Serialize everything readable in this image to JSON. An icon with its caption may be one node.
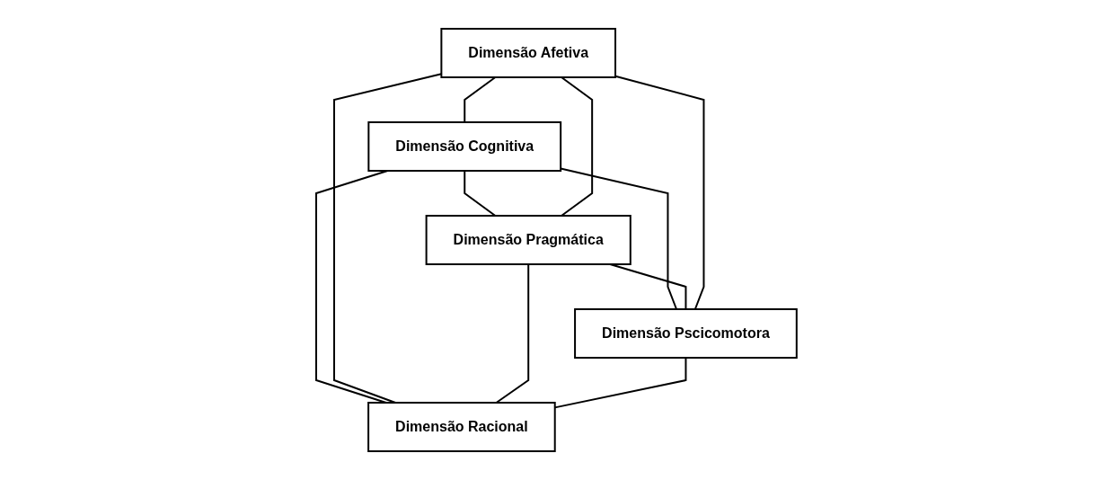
{
  "diagram": {
    "nodes": [
      {
        "text": [
          "Dimensão Cognitiva"
        ]
      },
      {
        "text": [
          "Dimensão Afetiva"
        ]
      },
      {
        "text": [
          "Dimensão Pragmática"
        ]
      },
      {
        "text": [
          "Dimensão Pscicomotora"
        ]
      },
      {
        "text": [
          "Dimensão Racional"
        ]
      }
    ],
    "edges": [
      {
        "from": 1,
        "to": 0,
        "arrow": "none"
      },
      {
        "from": 0,
        "to": 2,
        "arrow": "none"
      },
      {
        "from": 0,
        "to": 3,
        "arrow": "none"
      },
      {
        "from": 0,
        "to": 4,
        "arrow": "none"
      },
      {
        "from": 1,
        "to": 2,
        "arrow": "none"
      },
      {
        "from": 1,
        "to": 4,
        "arrow": "none"
      },
      {
        "from": 2,
        "to": 3,
        "arrow": "none"
      },
      {
        "from": 2,
        "to": 4,
        "arrow": "none"
      },
      {
        "from": 1,
        "to": 3,
        "arrow": "none"
      },
      {
        "from": 3,
        "to": 4,
        "arrow": "none"
      }
    ]
  }
}
